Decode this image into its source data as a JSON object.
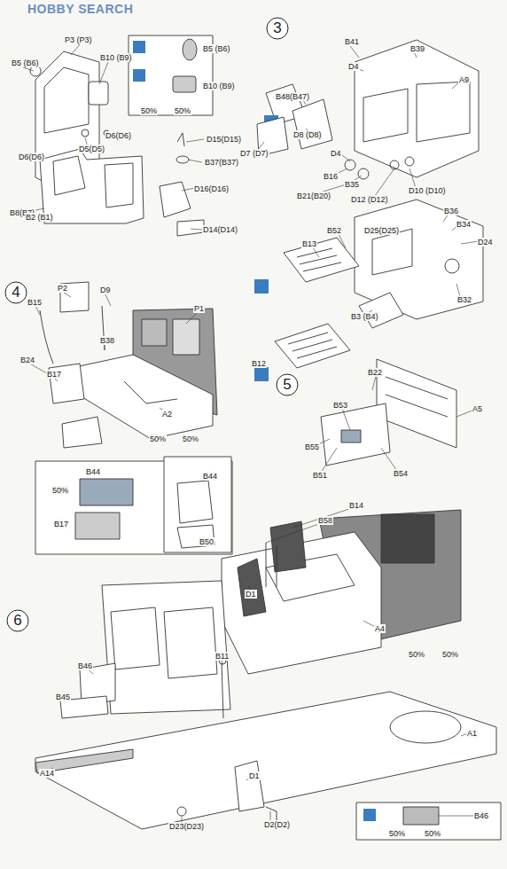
{
  "diagram": {
    "nodes": [
      {
        "text": [
          "3"
        ]
      },
      {
        "text": [
          "4"
        ]
      },
      {
        "text": [
          "5"
        ]
      },
      {
        "text": [
          "6"
        ]
      }
    ],
    "labels": [
      "HOBBY SEARCH",
      "B5 (B6)",
      "P3 (P3)",
      "B10 (B9)",
      "B5 (B6)",
      "B10 (B9)",
      "50%",
      "50%",
      "D6(D6)",
      "D5(D5)",
      "D6(D6)",
      "B8(B7)",
      "D15(D15)",
      "B37(B37)",
      "D16(D16)",
      "B2 (B1)",
      "D14(D14)",
      "B41",
      "B39",
      "D4",
      "A9",
      "B48(B47)",
      "D7 (D7)",
      "D8 (D8)",
      "D4",
      "B16",
      "B35",
      "B21(B20)",
      "D12 (D12)",
      "D10 (D10)",
      "B36",
      "B34",
      "D25(D25)",
      "B52",
      "D24",
      "B13",
      "B32",
      "B3 (B4)",
      "B12",
      "P2",
      "D9",
      "B15",
      "P1",
      "B38",
      "B24",
      "B17",
      "A2",
      "50%",
      "50%",
      "B44",
      "50%",
      "B17",
      "B44",
      "B50",
      "B22",
      "B53",
      "A5",
      "B55",
      "B51",
      "B54",
      "B14",
      "B58",
      "D1",
      "A4",
      "50%",
      "50%",
      "B46",
      "B11",
      "A1",
      "B45",
      "A14",
      "D1",
      "D23(D23)",
      "D2(D2)",
      "B46",
      "50%",
      "50%"
    ]
  }
}
